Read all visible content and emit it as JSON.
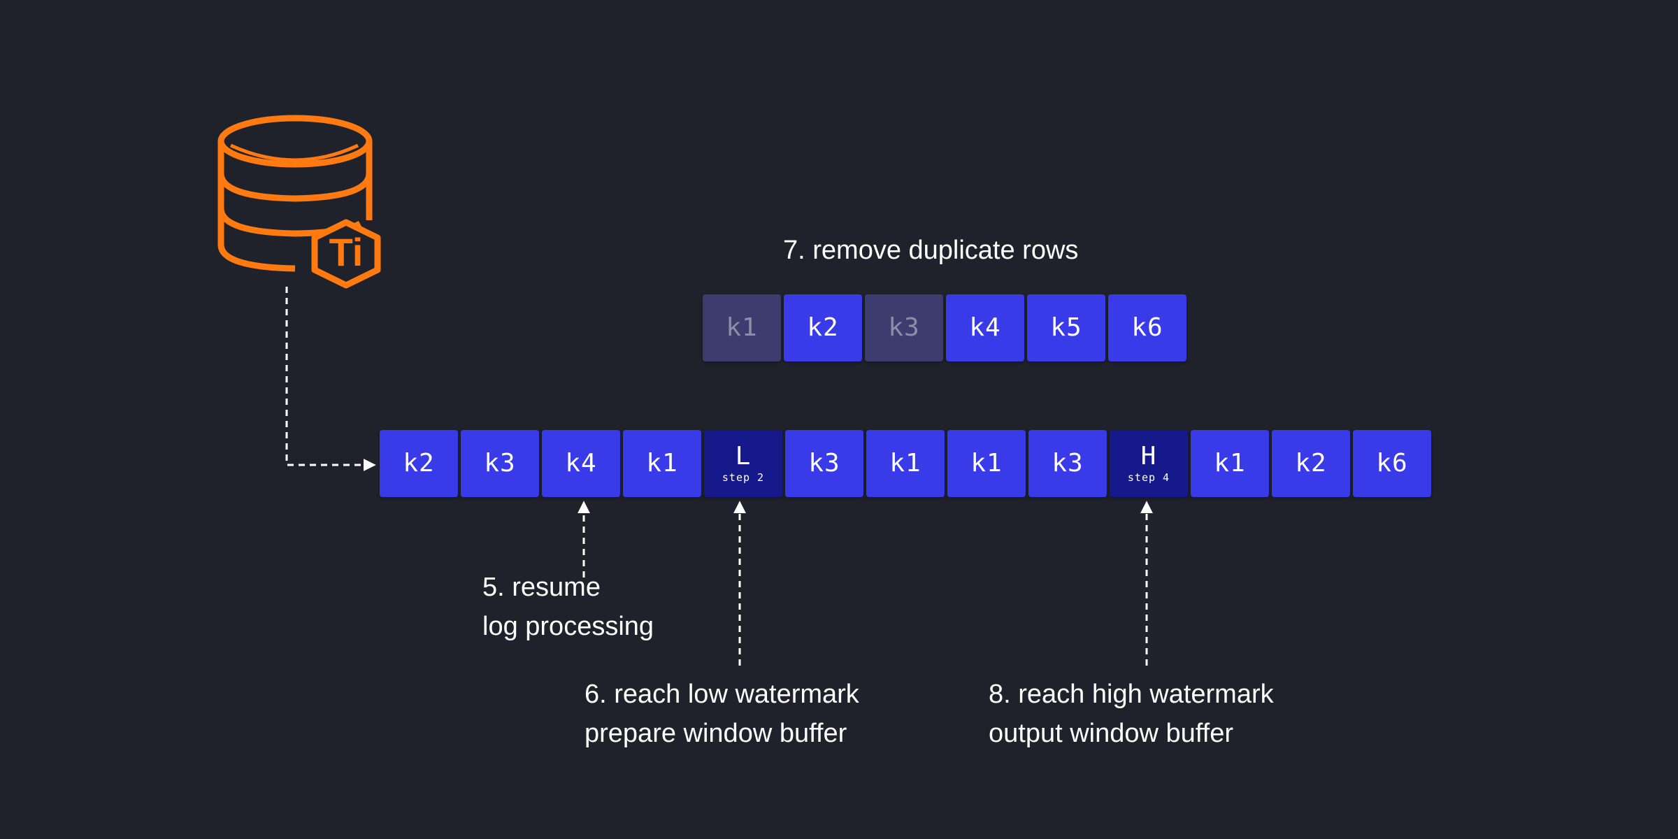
{
  "title_row": {
    "heading": "7. remove duplicate rows",
    "blocks": [
      {
        "label": "k1",
        "state": "dim"
      },
      {
        "label": "k2",
        "state": "normal"
      },
      {
        "label": "k3",
        "state": "dim"
      },
      {
        "label": "k4",
        "state": "normal"
      },
      {
        "label": "k5",
        "state": "normal"
      },
      {
        "label": "k6",
        "state": "normal"
      }
    ]
  },
  "log_row": {
    "blocks": [
      {
        "label": "k2",
        "state": "normal",
        "sub": ""
      },
      {
        "label": "k3",
        "state": "normal",
        "sub": ""
      },
      {
        "label": "k4",
        "state": "normal",
        "sub": ""
      },
      {
        "label": "k1",
        "state": "normal",
        "sub": ""
      },
      {
        "label": "L",
        "state": "mark",
        "sub": "step 2"
      },
      {
        "label": "k3",
        "state": "normal",
        "sub": ""
      },
      {
        "label": "k1",
        "state": "normal",
        "sub": ""
      },
      {
        "label": "k1",
        "state": "normal",
        "sub": ""
      },
      {
        "label": "k3",
        "state": "normal",
        "sub": ""
      },
      {
        "label": "H",
        "state": "mark",
        "sub": "step 4"
      },
      {
        "label": "k1",
        "state": "normal",
        "sub": ""
      },
      {
        "label": "k2",
        "state": "normal",
        "sub": ""
      },
      {
        "label": "k6",
        "state": "normal",
        "sub": ""
      }
    ]
  },
  "annotations": {
    "resume": [
      "5. resume",
      "log processing"
    ],
    "low": [
      "6. reach low watermark",
      "prepare window buffer"
    ],
    "high": [
      "8. reach high watermark",
      "output window buffer"
    ]
  },
  "icon": {
    "name": "tidb-database-icon",
    "badge": "Ti"
  },
  "colors": {
    "background": "#20222b",
    "block": "#3a3be8",
    "block_dim": "#3c3d6e",
    "block_mark": "#15198a",
    "icon": "#ff7a10",
    "arrow": "#ffffff"
  }
}
